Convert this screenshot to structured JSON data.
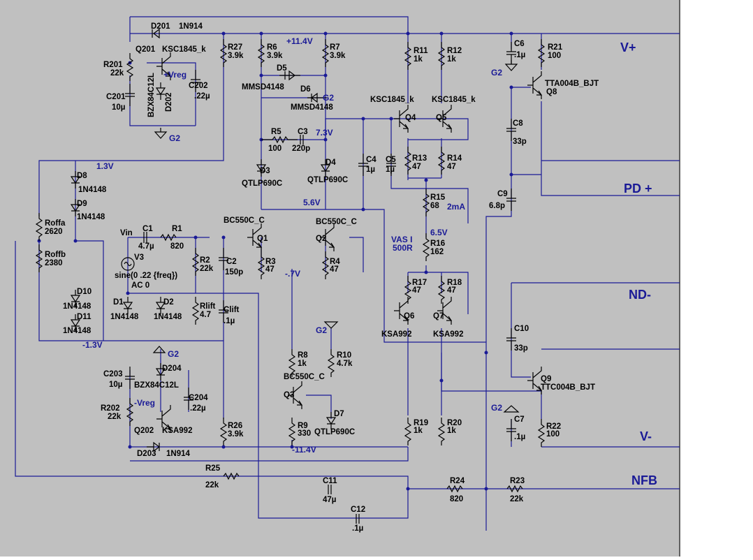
{
  "colors": {
    "canvas": "#c0c0c0",
    "wire": "#1a1a96",
    "component": "#000000",
    "net_label": "#1a1a96",
    "background": "#ffffff"
  },
  "nets": {
    "vplus": "V+",
    "vminus": "V-",
    "pdplus": "PD +",
    "ndminus": "ND-",
    "nfb": "NFB",
    "g2_top": "G2",
    "g2_mid": "G2",
    "g2_bottom": "G2",
    "g2_d6": "G2",
    "g2_c6": "G2",
    "g2_c7": "G2",
    "g2_r10": "G2",
    "vreg_pos": "+Vreg",
    "vreg_neg": "-Vreg",
    "v_11_4": "+11.4V",
    "v_minus_11_4": "-11.4V",
    "v_7_3": "7.3V",
    "v_5_6": "5.6V",
    "v_6_5": "6.5V",
    "v_1_3": "1.3V",
    "v_minus_1_3": "-1.3V",
    "v_minus_0_7": "-.7V",
    "i_2ma": "2mA",
    "vas_i": "VAS I",
    "vas_r": "500R",
    "vin": "Vin"
  },
  "components": {
    "d201": [
      "D201",
      "1N914"
    ],
    "q201": [
      "Q201",
      "KSC1845_k"
    ],
    "r201": [
      "R201",
      "22k"
    ],
    "c201": [
      "C201",
      "10µ"
    ],
    "bzx_top": "BZX84C12L",
    "d202": "D202",
    "c202": [
      "C202",
      ".22µ"
    ],
    "r27": [
      "R27",
      "3.9k"
    ],
    "r6": [
      "R6",
      "3.9k"
    ],
    "r7": [
      "R7",
      "3.9k"
    ],
    "d5": [
      "D5",
      "MMSD4148"
    ],
    "d6": [
      "D6",
      "MMSD4148"
    ],
    "r5": [
      "R5",
      "100"
    ],
    "c3": [
      "C3",
      "220p"
    ],
    "d3": [
      "D3",
      "QTLP690C"
    ],
    "d4": [
      "D4",
      "QTLP690C"
    ],
    "c4": [
      "C4",
      "1µ"
    ],
    "c5": [
      "C5",
      "1µ"
    ],
    "r11": [
      "R11",
      "1k"
    ],
    "r12": [
      "R12",
      "1k"
    ],
    "q4": [
      "Q4",
      "KSC1845_k"
    ],
    "q5": [
      "Q5",
      "KSC1845_k"
    ],
    "r13": [
      "R13",
      "47"
    ],
    "r14": [
      "R14",
      "47"
    ],
    "r15": [
      "R15",
      "68"
    ],
    "r16": [
      "R16",
      "162"
    ],
    "r17": [
      "R17",
      "47"
    ],
    "r18": [
      "R18",
      "47"
    ],
    "q6": [
      "Q6",
      "KSA992"
    ],
    "q7": [
      "Q7",
      "KSA992"
    ],
    "c6": [
      "C6",
      ".1µ"
    ],
    "r21": [
      "R21",
      "100"
    ],
    "q8": [
      "Q8",
      "TTA004B_BJT"
    ],
    "c8": [
      "C8",
      "33p"
    ],
    "c9": [
      "C9",
      "6.8p"
    ],
    "c10": [
      "C10",
      "33p"
    ],
    "q9": [
      "Q9",
      "TTC004B_BJT"
    ],
    "c7": [
      "C7",
      ".1µ"
    ],
    "r22": [
      "R22",
      "100"
    ],
    "r19": [
      "R19",
      "1k"
    ],
    "r20": [
      "R20",
      "1k"
    ],
    "d8": [
      "D8",
      "1N4148"
    ],
    "d9": [
      "D9",
      "1N4148"
    ],
    "d10": [
      "D10",
      "1N4148"
    ],
    "d11": [
      "D11",
      "1N4148"
    ],
    "roffa": [
      "Roffa",
      "2620"
    ],
    "roffb": [
      "Roffb",
      "2380"
    ],
    "c1": [
      "C1",
      "4.7µ"
    ],
    "r1": [
      "R1",
      "820"
    ],
    "v3": [
      "V3",
      "sine(0 .22 {freq})",
      "AC 0"
    ],
    "r2": [
      "R2",
      "22k"
    ],
    "c2": [
      "C2",
      "150p"
    ],
    "q1": [
      "Q1",
      "BC550C_C"
    ],
    "q2": [
      "Q2",
      "BC550C_C"
    ],
    "r3": [
      "R3",
      "47"
    ],
    "r4": [
      "R4",
      "47"
    ],
    "d1": [
      "D1",
      "1N4148"
    ],
    "d2": [
      "D2",
      "1N4148"
    ],
    "rlift": [
      "Rlift",
      "4.7"
    ],
    "clift": [
      "Clift",
      ".1µ"
    ],
    "r8": [
      "R8",
      "1k"
    ],
    "r10": [
      "R10",
      "4.7k"
    ],
    "q3": [
      "Q3",
      "BC550C_C"
    ],
    "r9": [
      "R9",
      "330"
    ],
    "d7": [
      "D7",
      "QTLP690C"
    ],
    "c203": [
      "C203",
      "10µ"
    ],
    "d204": [
      "D204"
    ],
    "bzx_bottom": "BZX84C12L",
    "c204": [
      "C204",
      ".22µ"
    ],
    "r202": [
      "R202",
      "22k"
    ],
    "q202": [
      "Q202",
      "KSA992"
    ],
    "r26": [
      "R26",
      "3.9k"
    ],
    "d203": [
      "D203",
      "1N914"
    ],
    "r25": [
      "R25",
      "22k"
    ],
    "c11": [
      "C11",
      "47µ"
    ],
    "c12": [
      "C12",
      ".1µ"
    ],
    "r24": [
      "R24",
      "820"
    ],
    "r23": [
      "R23",
      "22k"
    ]
  }
}
